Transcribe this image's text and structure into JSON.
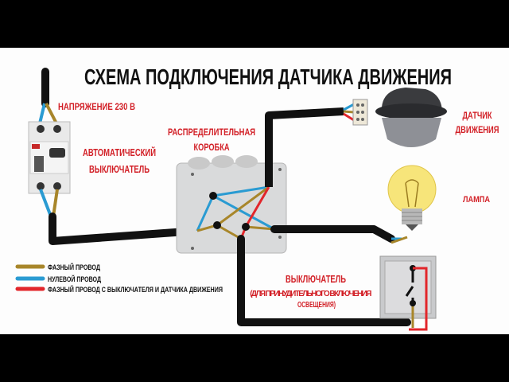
{
  "title": "СХЕМА ПОДКЛЮЧЕНИЯ ДАТЧИКА ДВИЖЕНИЯ",
  "labels": {
    "voltage": "НАПРЯЖЕНИЕ 230 В",
    "breaker_line1": "АВТОМАТИЧЕСКИЙ",
    "breaker_line2": "ВЫКЛЮЧАТЕЛЬ",
    "box_line1": "РАСПРЕДЕЛИТЕЛЬНАЯ",
    "box_line2": "КОРОБКА",
    "sensor_line1": "ДАТЧИК",
    "sensor_line2": "ДВИЖЕНИЯ",
    "lamp": "ЛАМПА",
    "switch_title": "ВЫКЛЮЧАТЕЛЬ",
    "switch_note1": "(ДЛЯ ПРИНУДИТЕЛЬНОГО ВКЛЮЧЕНИЯ",
    "switch_note2": "ОСВЕЩЕНИЯ)"
  },
  "legend": [
    {
      "label": "ФАЗНЫЙ ПРОВОД",
      "color": "#a8862a"
    },
    {
      "label": "НУЛЕВОЙ ПРОВОД",
      "color": "#2a9bd2"
    },
    {
      "label": "ФАЗНЫЙ ПРОВОД С ВЫКЛЮЧАТЕЛЯ И ДАТЧИКА ДВИЖЕНИЯ",
      "color": "#e2262b"
    }
  ],
  "colors": {
    "phase": "#a8862a",
    "neutral": "#2a9bd2",
    "switched": "#e2262b",
    "cable": "#111111",
    "label": "#d21f26"
  }
}
